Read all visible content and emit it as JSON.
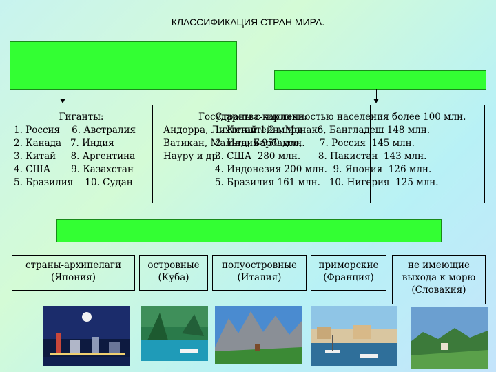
{
  "title": "КЛАССИФИКАЦИЯ СТРАН МИРА.",
  "giants": {
    "heading": "Гиганты:",
    "rows": [
      "1. Россия    6. Австралия",
      "2. Канада   7. Индия",
      "3. Китай     8. Аргентина",
      "4. США       9. Казахстан",
      "5. Бразилия    10. Судан"
    ]
  },
  "micro": {
    "heading": "Государства-карлики:",
    "rows": [
      "Андорра, Лихтенштейн, Монако,",
      "Ватикан, Мальта, Барбадос,",
      "Науру и др."
    ]
  },
  "population": {
    "heading": "Страны с численностью населения более 100 млн.",
    "rows": [
      "1. Китай 1,2 млрд.    6. Бангладеш 148 млн.",
      "2. Индия 950 млн.     7. Россия  145 млн.",
      "3. США  280 млн.      8. Пакистан  143 млн.",
      "4. Индонезия 200 млн.  9. Япония  126 млн.",
      "5. Бразилия 161 млн.   10. Нигерия  125 млн."
    ]
  },
  "categories": [
    {
      "label": "страны-архипелаги",
      "example": "(Япония)"
    },
    {
      "label": "островные",
      "example": "(Куба)"
    },
    {
      "label": "полуостровные",
      "example": "(Италия)"
    },
    {
      "label": "приморские",
      "example": "(Франция)"
    },
    {
      "label": "не имеющие выхода к морю",
      "example": "(Словакия)"
    }
  ],
  "colors": {
    "accent_box": "#33ff33",
    "line": "#000000"
  }
}
